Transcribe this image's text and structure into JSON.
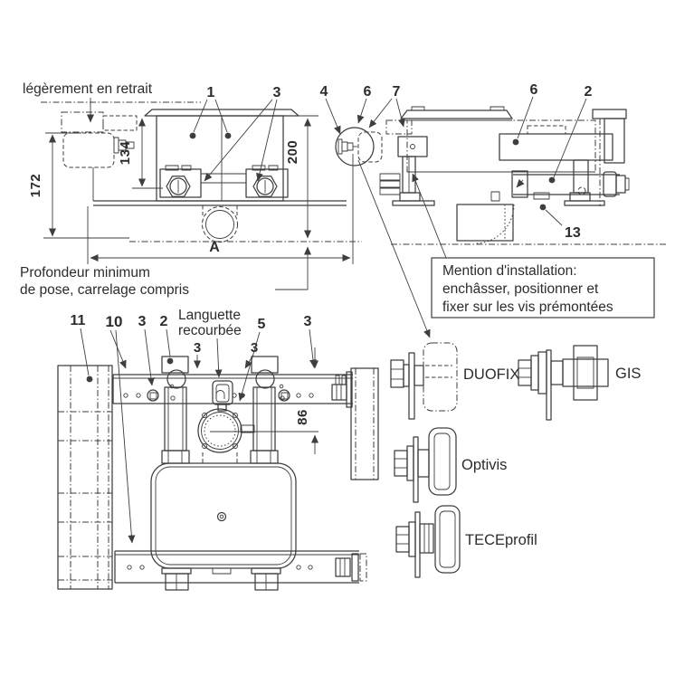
{
  "colors": {
    "line": "#3e3e3e",
    "text": "#2c2c2c",
    "background": "#ffffff"
  },
  "front_view": {
    "recessed_note": "légèrement en retrait",
    "dim_bracket_height": "172",
    "dim_frame_height": "134",
    "dim_total_height": "200",
    "dim_width": "A"
  },
  "depth_note": {
    "line1": "Profondeur minimum",
    "line2": "de pose, carrelage compris"
  },
  "install_note": {
    "line1": "Mention d'installation:",
    "line2": "enchâsser, positionner et",
    "line3": "fixer sur les vis prémontées"
  },
  "bottom_view": {
    "tab_note_line1": "Languette",
    "tab_note_line2": "recourbée",
    "dim_pipe_center": "86"
  },
  "part_labels": {
    "pos1": "1",
    "pos2": "2",
    "pos3": "3",
    "pos4": "4",
    "pos5": "5",
    "pos6": "6",
    "pos7": "7",
    "pos10": "10",
    "pos11": "11",
    "pos13": "13"
  },
  "systems": [
    {
      "name": "DUOFIX"
    },
    {
      "name": "GIS"
    },
    {
      "name": "Optivis"
    },
    {
      "name": "TECEprofil"
    }
  ]
}
